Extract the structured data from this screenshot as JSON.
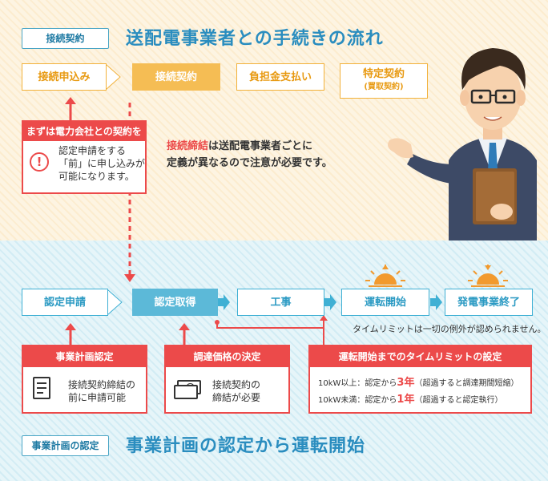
{
  "header": {
    "tag": "接続契約",
    "title": "送配電事業者との手続きの流れ"
  },
  "top_flow": {
    "steps": [
      "接続申込み",
      "接続契約",
      "負担金支払い"
    ],
    "last_step": {
      "label": "特定契約",
      "sub": "(買取契約)"
    }
  },
  "warning_box": {
    "heading": "まずは電力会社との契約を",
    "body_lines": [
      "認定申請をする",
      "「前」に申し込みが",
      "可能になります。"
    ],
    "icon": "exclamation-circle-icon"
  },
  "note": {
    "highlight": "接続締結",
    "line1_rest": "は送配電事業者ごとに",
    "line2": "定義が異なるので注意が必要です。"
  },
  "bottom_flow": {
    "steps": [
      "認定申請",
      "認定取得",
      "工事",
      "運転開始",
      "発電事業終了"
    ]
  },
  "time_limit_note": "タイムリミットは一切の例外が認められません。",
  "box_plan": {
    "heading": "事業計画認定",
    "lines": [
      "接続契約締結の",
      "前に申請可能"
    ],
    "icon": "document-icon"
  },
  "box_price": {
    "heading": "調達価格の決定",
    "lines": [
      "接続契約の",
      "締結が必要"
    ],
    "icon": "money-icon"
  },
  "box_limit": {
    "heading": "運転開始までのタイムリミットの設定",
    "row1": {
      "prefix": "10kW以上：認定から",
      "num": "3年",
      "suffix": "（超過すると調達期間短縮）"
    },
    "row2": {
      "prefix": "10kW未満：認定から",
      "num": "1年",
      "suffix": "（超過すると認定執行）"
    }
  },
  "footer": {
    "tag": "事業計画の認定",
    "title": "事業計画の認定から運転開始"
  },
  "colors": {
    "orange": "#f2b13a",
    "blue": "#3fb0d4",
    "red": "#ec4a4a",
    "title_blue": "#2a8dbf"
  }
}
